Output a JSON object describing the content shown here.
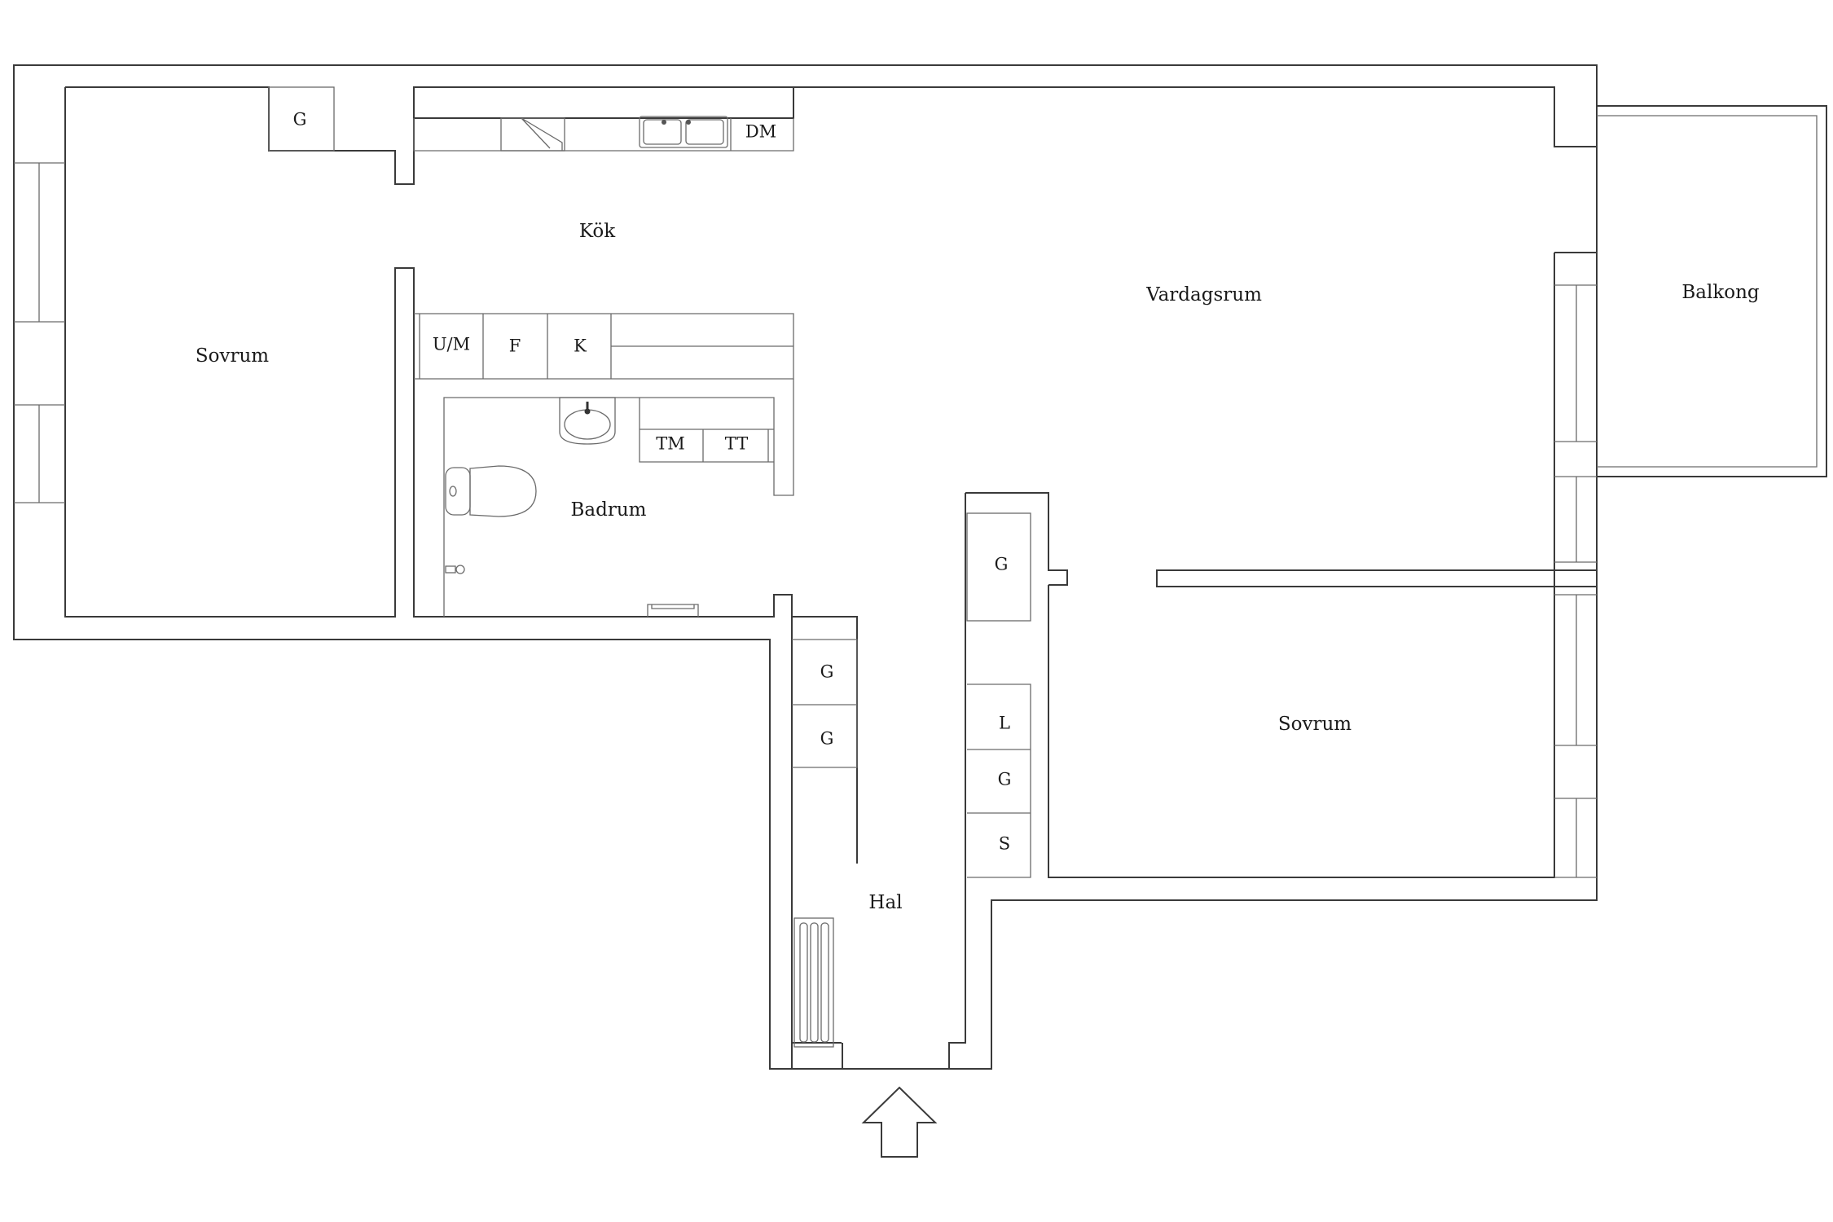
{
  "rooms": {
    "kok": "Kök",
    "vardagsrum": "Vardagsrum",
    "balkong": "Balkong",
    "sovrum_left": "Sovrum",
    "sovrum_right": "Sovrum",
    "badrum": "Badrum",
    "hal": "Hal"
  },
  "fixtures": {
    "g_bedroom": "G",
    "dm": "DM",
    "um": "U/M",
    "f": "F",
    "k": "K",
    "tm": "TM",
    "tt": "TT",
    "g_living": "G",
    "g_hall_1": "G",
    "g_hall_2": "G",
    "l": "L",
    "g_hall_3": "G",
    "s": "S"
  },
  "icons": {
    "entrance": "entrance-arrow-icon",
    "sink": "sink-icon",
    "toilet": "toilet-icon",
    "stove": "stove-icon",
    "radiator": "radiator-icon",
    "faucet": "faucet-icon"
  }
}
